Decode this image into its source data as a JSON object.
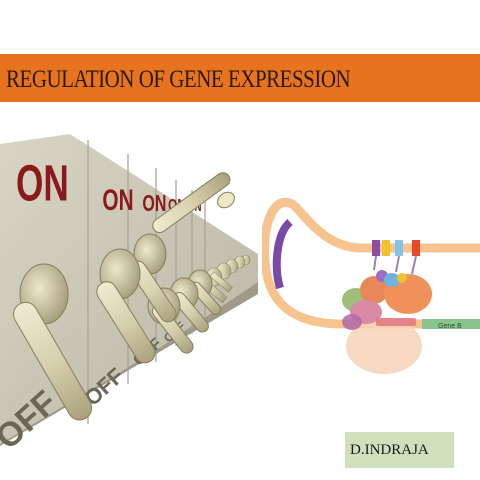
{
  "slide": {
    "title": "REGULATION OF GENE EXPRESSION",
    "author": "D.INDRAJA"
  },
  "switches_image": {
    "labels": [
      "ON",
      "ON",
      "ON",
      "ON",
      "ON",
      "OFF",
      "OFF",
      "OFF",
      "OFF"
    ]
  },
  "diagram": {
    "gene_label": "Gene B"
  },
  "colors": {
    "title_bar": "#e8731e",
    "author_box": "#cfe0bd",
    "dna_strand": "#f7c48f",
    "gene_segment": "#8bc38f"
  }
}
